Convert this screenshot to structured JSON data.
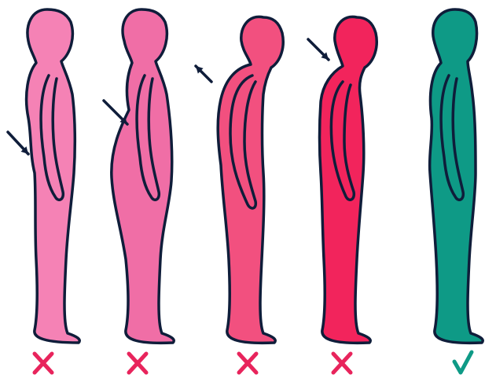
{
  "colors": {
    "outline": "#0f1d3a",
    "bad_mark": "#e8245c",
    "good_mark": "#0e9a86"
  },
  "figures": [
    {
      "posture": "swayback",
      "fill": "#f582b5",
      "arrow": "inward-lower-back",
      "verdict": "incorrect",
      "mark_icon": "cross-icon"
    },
    {
      "posture": "lordosis",
      "fill": "#f06ea6",
      "arrow": "inward-lower-back",
      "verdict": "incorrect",
      "mark_icon": "cross-icon"
    },
    {
      "posture": "kyphosis",
      "fill": "#f2507f",
      "arrow": "outward-upper-back",
      "verdict": "incorrect",
      "mark_icon": "cross-icon"
    },
    {
      "posture": "flat-back",
      "fill": "#f2245c",
      "arrow": "inward-neck",
      "verdict": "incorrect",
      "mark_icon": "cross-icon"
    },
    {
      "posture": "correct",
      "fill": "#0e9a86",
      "arrow": "none",
      "verdict": "correct",
      "mark_icon": "check-icon"
    }
  ]
}
